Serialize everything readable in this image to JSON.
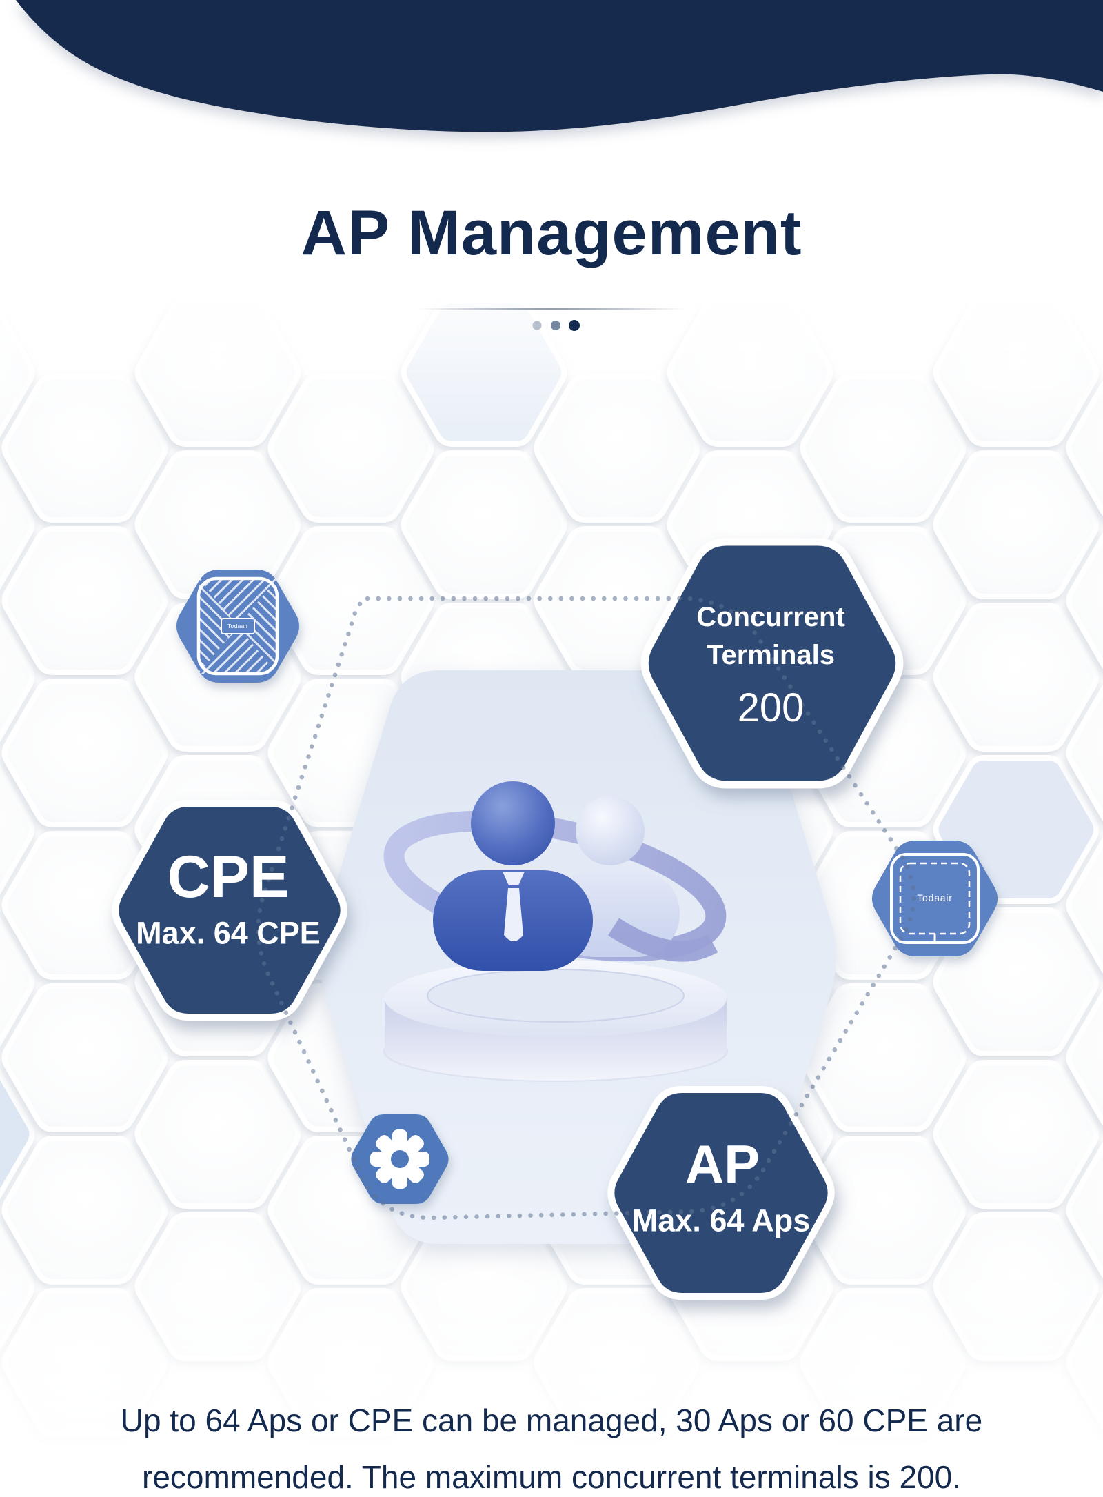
{
  "header": {
    "title": "AP Management",
    "progress_dots": [
      "#b6c0cc",
      "#74879f",
      "#13294d"
    ]
  },
  "nodes": {
    "concurrent": {
      "line1": "Concurrent",
      "line2": "Terminals",
      "value": "200"
    },
    "cpe": {
      "title": "CPE",
      "subtitle": "Max. 64 CPE"
    },
    "ap": {
      "title": "AP",
      "subtitle": "Max. 64 Aps"
    },
    "device_top_left": {
      "label": "Todaair"
    },
    "device_right": {
      "label": "Todaair"
    }
  },
  "footer": {
    "line1": "Up to 64 Aps or CPE can be managed, 30 Aps or 60 CPE are",
    "line2": "recommended. The maximum concurrent terminals is 200."
  },
  "colors": {
    "navy": "#13294d",
    "hex_navy": "#2d4a73",
    "hex_blue": "#5b82c3",
    "gear_blue": "#4f79ba",
    "text_navy": "#13294d",
    "dotted_line": "#5f7394",
    "center_hex_top": "#dfe7f3",
    "center_hex_bottom": "#ebf0f8"
  }
}
